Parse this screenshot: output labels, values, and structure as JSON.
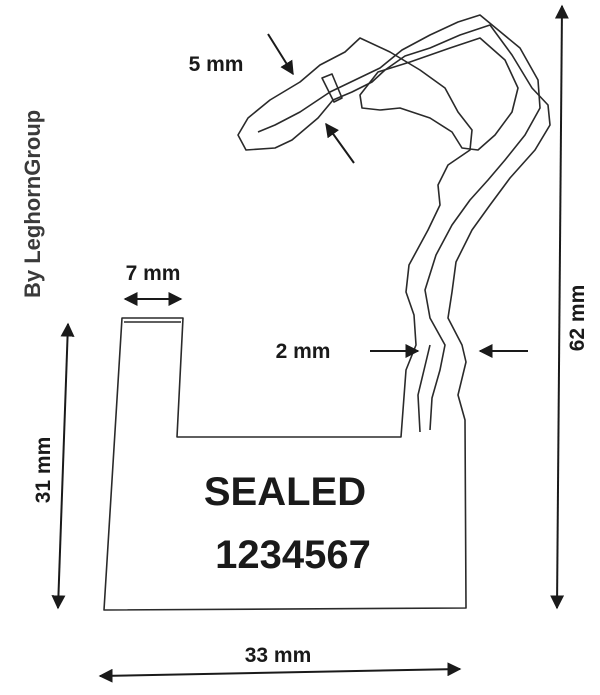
{
  "credit": "By LeghornGroup",
  "product": {
    "line1": "SEALED",
    "line2": "1234567"
  },
  "dimensions": {
    "tab_width": "7 mm",
    "hook_thickness": "5 mm",
    "neck_width": "2 mm",
    "body_height": "31 mm",
    "total_height": "62 mm",
    "total_width": "33 mm"
  },
  "colors": {
    "line": "#1a1a1a",
    "background": "#ffffff"
  }
}
